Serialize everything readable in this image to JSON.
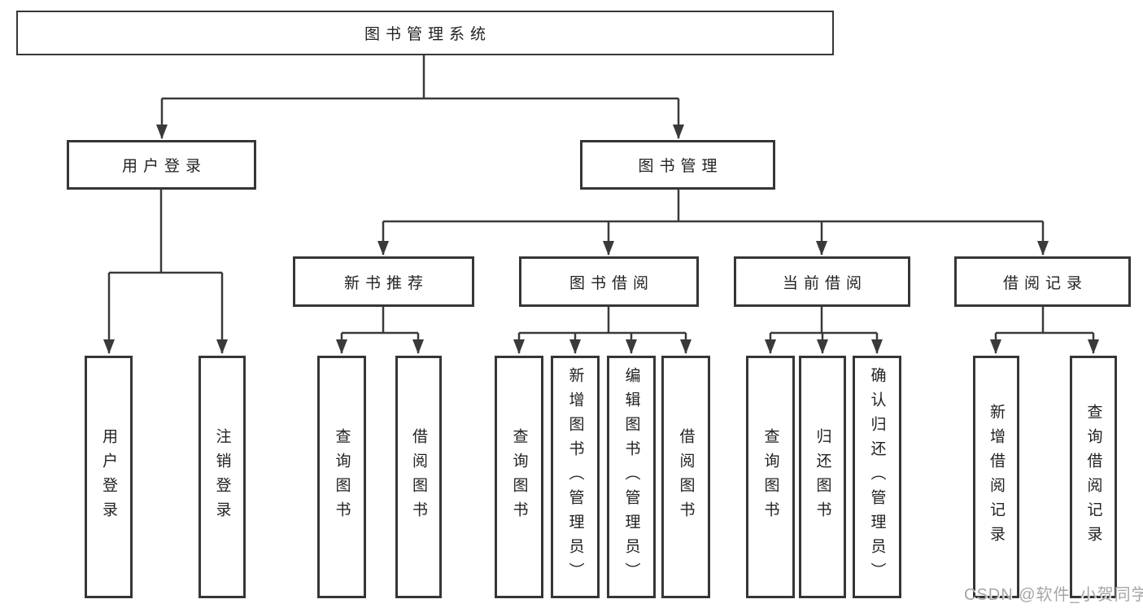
{
  "diagram_type": "hierarchy-tree",
  "tree": {
    "label": "图书管理系统",
    "children": [
      {
        "label": "用户登录",
        "children": [
          {
            "label": "用户登录"
          },
          {
            "label": "注销登录"
          }
        ]
      },
      {
        "label": "图书管理",
        "children": [
          {
            "label": "新书推荐",
            "children": [
              {
                "label": "查询图书"
              },
              {
                "label": "借阅图书"
              }
            ]
          },
          {
            "label": "图书借阅",
            "children": [
              {
                "label": "查询图书"
              },
              {
                "label": "新增图书（管理员）"
              },
              {
                "label": "编辑图书（管理员）"
              },
              {
                "label": "借阅图书"
              }
            ]
          },
          {
            "label": "当前借阅",
            "children": [
              {
                "label": "查询图书"
              },
              {
                "label": "归还图书"
              },
              {
                "label": "确认归还（管理员）"
              }
            ]
          },
          {
            "label": "借阅记录",
            "children": [
              {
                "label": "新增借阅记录"
              },
              {
                "label": "查询借阅记录"
              }
            ]
          }
        ]
      }
    ]
  },
  "watermark": {
    "text": "CSDN @软件_小贺同学"
  },
  "colors": {
    "line": "#3a3a3a",
    "box_border": "#363636",
    "text": "#222222",
    "watermark_text": "#a6a6a6",
    "background": "#ffffff"
  }
}
